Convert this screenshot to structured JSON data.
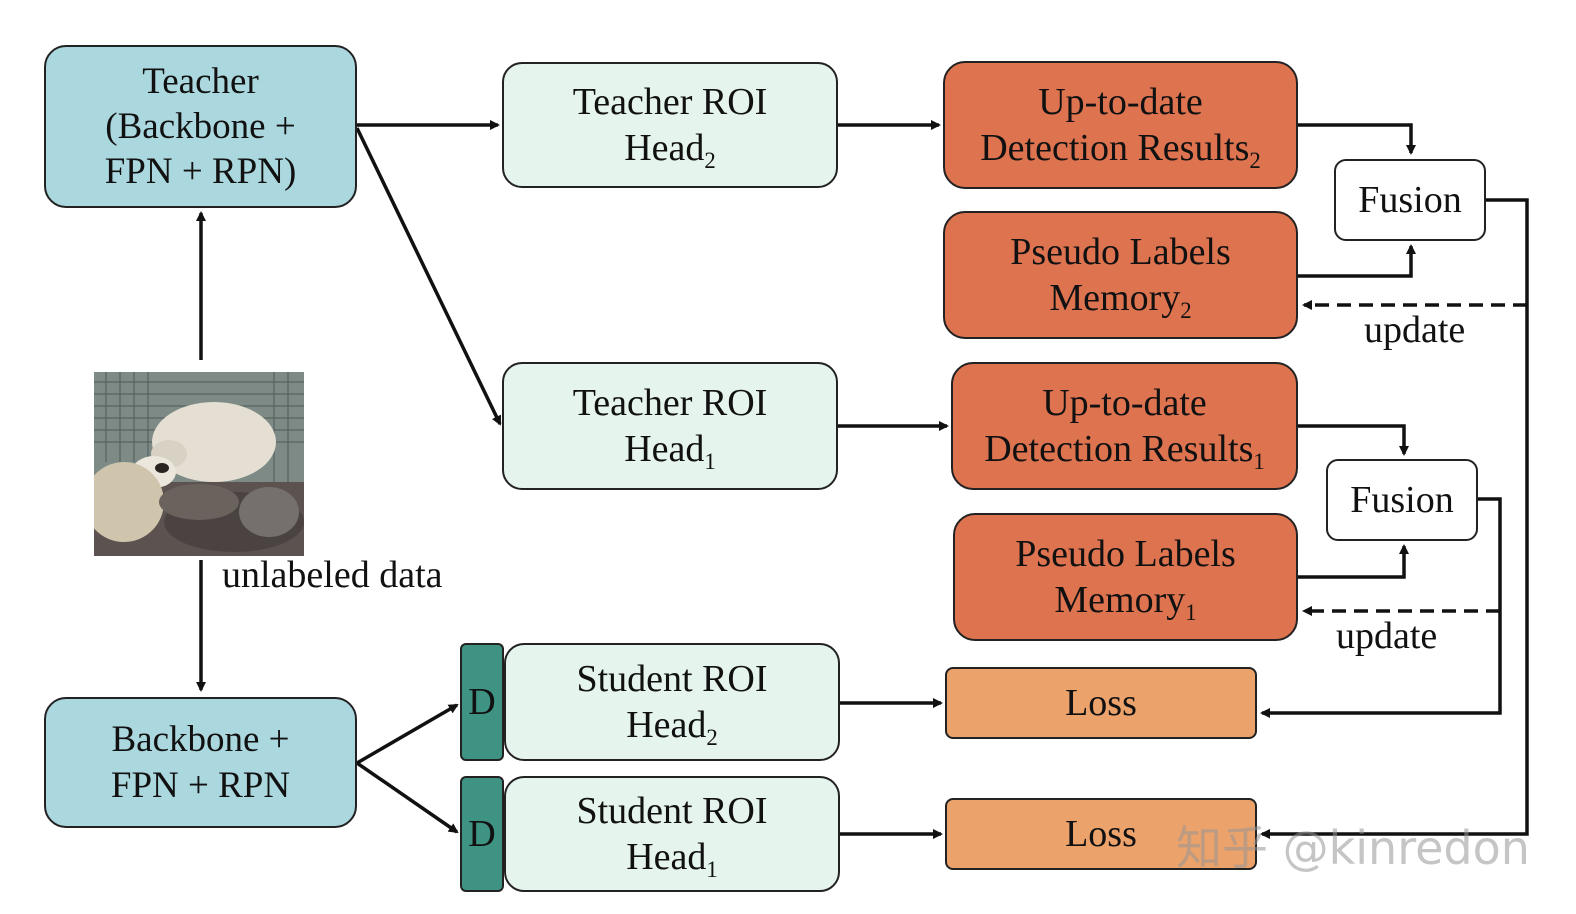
{
  "teacher": {
    "line1": "Teacher",
    "line2": "(Backbone +",
    "line3": "FPN + RPN)"
  },
  "backbone": {
    "line1": "Backbone +",
    "line2": "FPN + RPN"
  },
  "image_caption": "unlabeled data",
  "teacher_roi_2": {
    "line1": "Teacher ROI",
    "line2": "Head",
    "sub": "2"
  },
  "teacher_roi_1": {
    "line1": "Teacher ROI",
    "line2": "Head",
    "sub": "1"
  },
  "student_roi_2": {
    "line1": "Student ROI",
    "line2": "Head",
    "sub": "2"
  },
  "student_roi_1": {
    "line1": "Student ROI",
    "line2": "Head",
    "sub": "1"
  },
  "detection_2": {
    "line1": "Up-to-date",
    "line2": "Detection Results",
    "sub": "2"
  },
  "detection_1": {
    "line1": "Up-to-date",
    "line2": "Detection Results",
    "sub": "1"
  },
  "memory_2": {
    "line1": "Pseudo Labels",
    "line2": "Memory",
    "sub": "2"
  },
  "memory_1": {
    "line1": "Pseudo Labels",
    "line2": "Memory",
    "sub": "1"
  },
  "fusion_label": "Fusion",
  "update_label": "update",
  "loss_label": "Loss",
  "d_label": "D",
  "watermark": "知乎 @kinredon",
  "colors": {
    "teacher_fill": "#abd8de",
    "roi_fill": "#e5f4ec",
    "detection_fill": "#de7350",
    "loss_fill": "#eba36b",
    "d_fill": "#3f9383"
  }
}
